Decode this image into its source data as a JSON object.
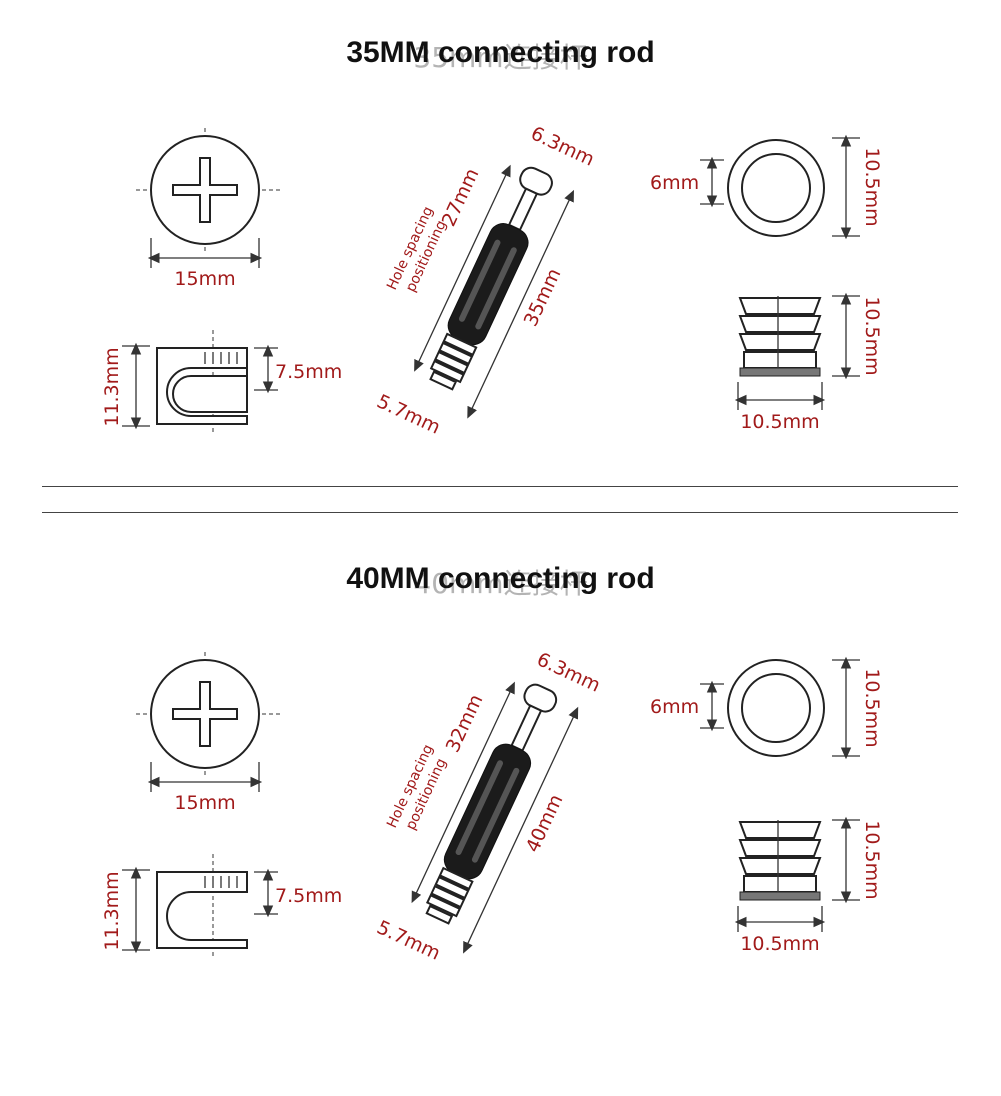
{
  "sections": [
    {
      "title": "35MM connecting rod",
      "ghost_title": "35mm连接杆",
      "labels": {
        "cap_diameter": "15mm",
        "cam_height": "11.3mm",
        "cam_slot": "7.5mm",
        "rod_head": "6.3mm",
        "rod_spacing": "27mm",
        "rod_note_1": "Hole spacing",
        "rod_note_2": "positioning",
        "rod_length": "35mm",
        "rod_thread": "5.7mm",
        "ring_inner": "6mm",
        "ring_outer": "10.5mm",
        "insert_height": "10.5mm",
        "insert_width": "10.5mm"
      }
    },
    {
      "title": "40MM connecting rod",
      "ghost_title": "40mm连接杆",
      "labels": {
        "cap_diameter": "15mm",
        "cam_height": "11.3mm",
        "cam_slot": "7.5mm",
        "rod_head": "6.3mm",
        "rod_spacing": "32mm",
        "rod_note_1": "Hole spacing",
        "rod_note_2": "positioning",
        "rod_length": "40mm",
        "rod_thread": "5.7mm",
        "ring_inner": "6mm",
        "ring_outer": "10.5mm",
        "insert_height": "10.5mm",
        "insert_width": "10.5mm"
      }
    }
  ],
  "colors": {
    "dimension_text": "#a11a1a",
    "line": "#333333"
  }
}
